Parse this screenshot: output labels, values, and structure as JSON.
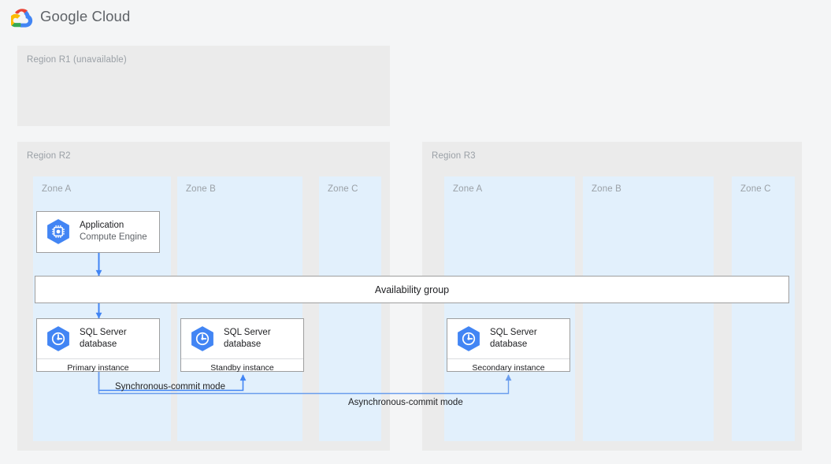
{
  "header": {
    "brand": "Google Cloud",
    "logo_icon": "google-cloud-logo-icon"
  },
  "regions": [
    {
      "id": "r1",
      "label": "Region R1 (unavailable)",
      "zones": []
    },
    {
      "id": "r2",
      "label": "Region R2",
      "zones": [
        {
          "id": "r2-a",
          "label": "Zone A"
        },
        {
          "id": "r2-b",
          "label": "Zone B"
        },
        {
          "id": "r2-c",
          "label": "Zone C"
        }
      ]
    },
    {
      "id": "r3",
      "label": "Region R3",
      "zones": [
        {
          "id": "r3-a",
          "label": "Zone A"
        },
        {
          "id": "r3-b",
          "label": "Zone B"
        },
        {
          "id": "r3-c",
          "label": "Zone C"
        }
      ]
    }
  ],
  "nodes": {
    "application": {
      "title": "Application",
      "subtitle": "Compute Engine",
      "icon": "compute-engine-icon"
    },
    "db_primary": {
      "title": "SQL Server",
      "title2": "database",
      "footer": "Primary instance",
      "icon": "cloud-sql-icon"
    },
    "db_standby": {
      "title": "SQL Server",
      "title2": "database",
      "footer": "Standby instance",
      "icon": "cloud-sql-icon"
    },
    "db_secondary": {
      "title": "SQL Server",
      "title2": "database",
      "footer": "Secondary instance",
      "icon": "cloud-sql-icon"
    }
  },
  "availability_group": {
    "label": "Availability group"
  },
  "edges": {
    "sync_label": "Synchronous-commit mode",
    "async_label": "Asynchronous-commit mode"
  },
  "colors": {
    "page_bg": "#f4f5f6",
    "region_bg": "#ebebeb",
    "zone_bg": "#e2f0fc",
    "node_border": "#9e9e9e",
    "connector_blue": "#4285f4",
    "async_connector_blue": "#6a9ded",
    "label_gray": "#9aa0a6",
    "text_dark": "#202124",
    "icon_blue": "#4285f4"
  }
}
